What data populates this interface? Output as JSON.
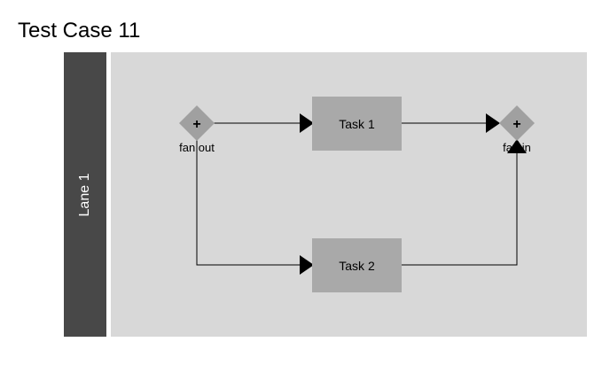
{
  "title": "Test Case 11",
  "lane": {
    "label": "Lane 1"
  },
  "nodes": {
    "task1": "Task 1",
    "task2": "Task 2",
    "fan_out": {
      "symbol": "+",
      "label": "fan out"
    },
    "fan_in": {
      "symbol": "+",
      "label": "fan in"
    }
  },
  "colors": {
    "lane_header": "#484848",
    "lane_body": "#d8d8d8",
    "task_fill": "#a9a9a9",
    "gateway_fill": "#a0a0a0",
    "edge": "#000000"
  }
}
